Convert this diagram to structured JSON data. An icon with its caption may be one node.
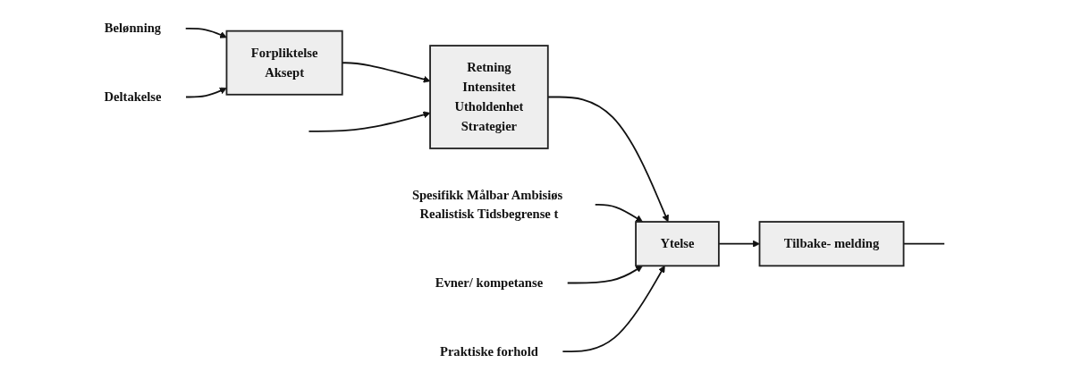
{
  "diagram": {
    "nodes": [
      {
        "text": [
          "Belønning"
        ]
      },
      {
        "text": [
          "Forpliktelse",
          "Aksept"
        ]
      },
      {
        "text": [
          "Deltakelse"
        ]
      },
      {
        "text": [
          "Retning",
          "Intensitet",
          "Utholdenhet",
          "Strategier"
        ]
      },
      {
        "text": [
          "Spesifikk Målbar Ambisiøs Realistisk Tidsbegrense t"
        ]
      },
      {
        "text": [
          "Evner/ kompetanse"
        ]
      },
      {
        "text": [
          "Praktiske forhold"
        ]
      },
      {
        "text": [
          "Ytelse"
        ]
      },
      {
        "text": [
          "Tilbake- melding"
        ]
      }
    ],
    "edges": [
      {
        "from": 0,
        "to": 1,
        "arrow": "to"
      },
      {
        "from": 2,
        "to": 1,
        "arrow": "to"
      },
      {
        "from": 1,
        "to": 3,
        "arrow": "to"
      },
      {
        "from": null,
        "to": 3,
        "arrow": "to"
      },
      {
        "from": 3,
        "to": 7,
        "arrow": "to"
      },
      {
        "from": 4,
        "to": 7,
        "arrow": "to"
      },
      {
        "from": 5,
        "to": 7,
        "arrow": "to"
      },
      {
        "from": 6,
        "to": 7,
        "arrow": "to"
      },
      {
        "from": 7,
        "to": 8,
        "arrow": "to"
      },
      {
        "from": 8,
        "to": null,
        "arrow": "none"
      }
    ]
  }
}
